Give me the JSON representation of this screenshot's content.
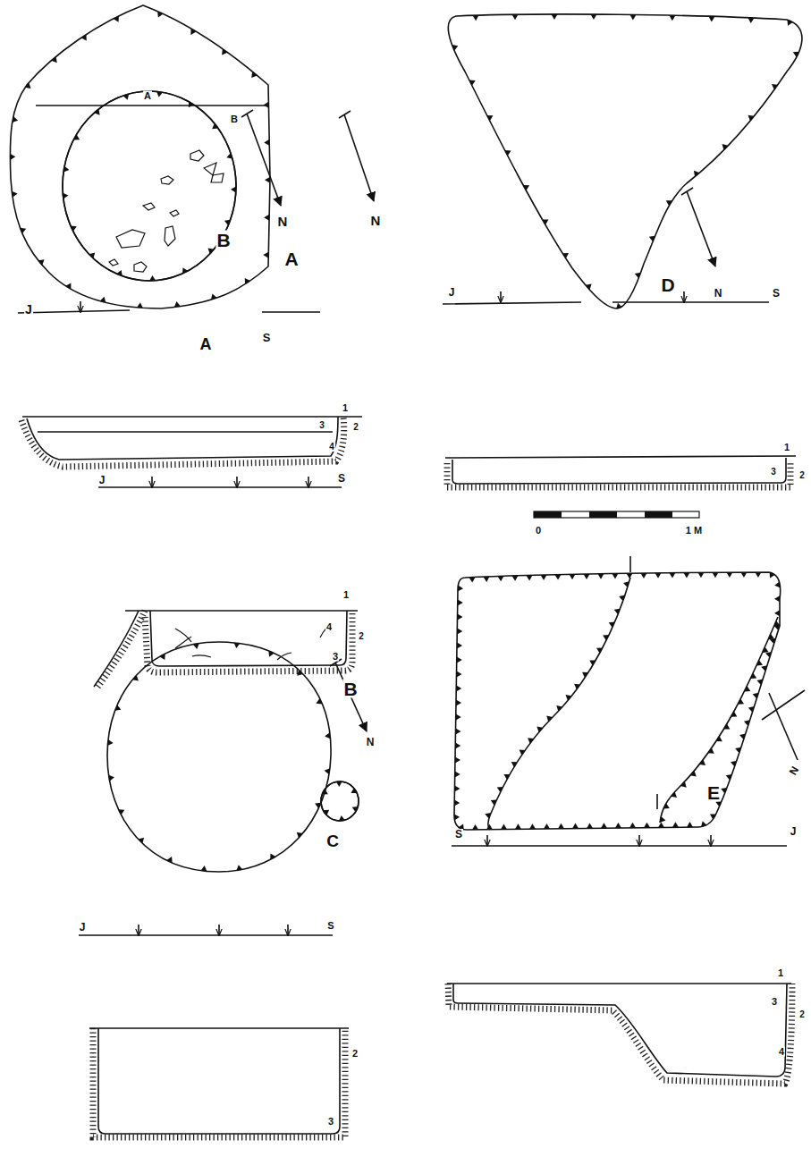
{
  "diagram": {
    "labels": [
      "A",
      "B",
      "N",
      "N",
      "B",
      "A",
      "J",
      "S",
      "D",
      "J",
      "N",
      "S",
      "A",
      "1",
      "3",
      "2",
      "4",
      "J",
      "S",
      "1",
      "3",
      "2",
      "0",
      "1 M",
      "1",
      "4",
      "2",
      "3",
      "B",
      "N",
      "C",
      "J",
      "S",
      "E",
      "S",
      "J",
      "N",
      "2",
      "3",
      "1",
      "3",
      "2",
      "4"
    ]
  }
}
